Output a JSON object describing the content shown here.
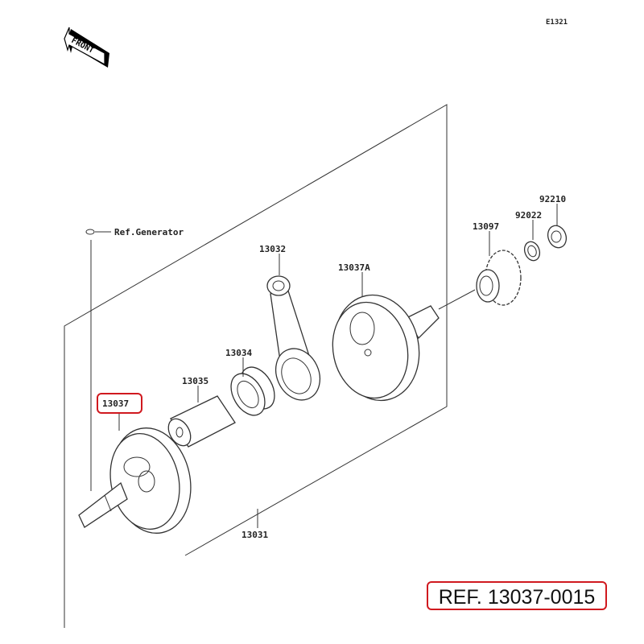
{
  "diagram_code": "E1321",
  "front_arrow": "FRONT",
  "ref_generator": "Ref.Generator",
  "parts": {
    "p13032": "13032",
    "p13037A": "13037A",
    "p13097": "13097",
    "p92022": "92022",
    "p92210": "92210",
    "p13034": "13034",
    "p13035": "13035",
    "p13037": "13037",
    "p13031": "13031"
  },
  "highlight_color": "#d0191f",
  "reference": "REF. 13037-0015"
}
